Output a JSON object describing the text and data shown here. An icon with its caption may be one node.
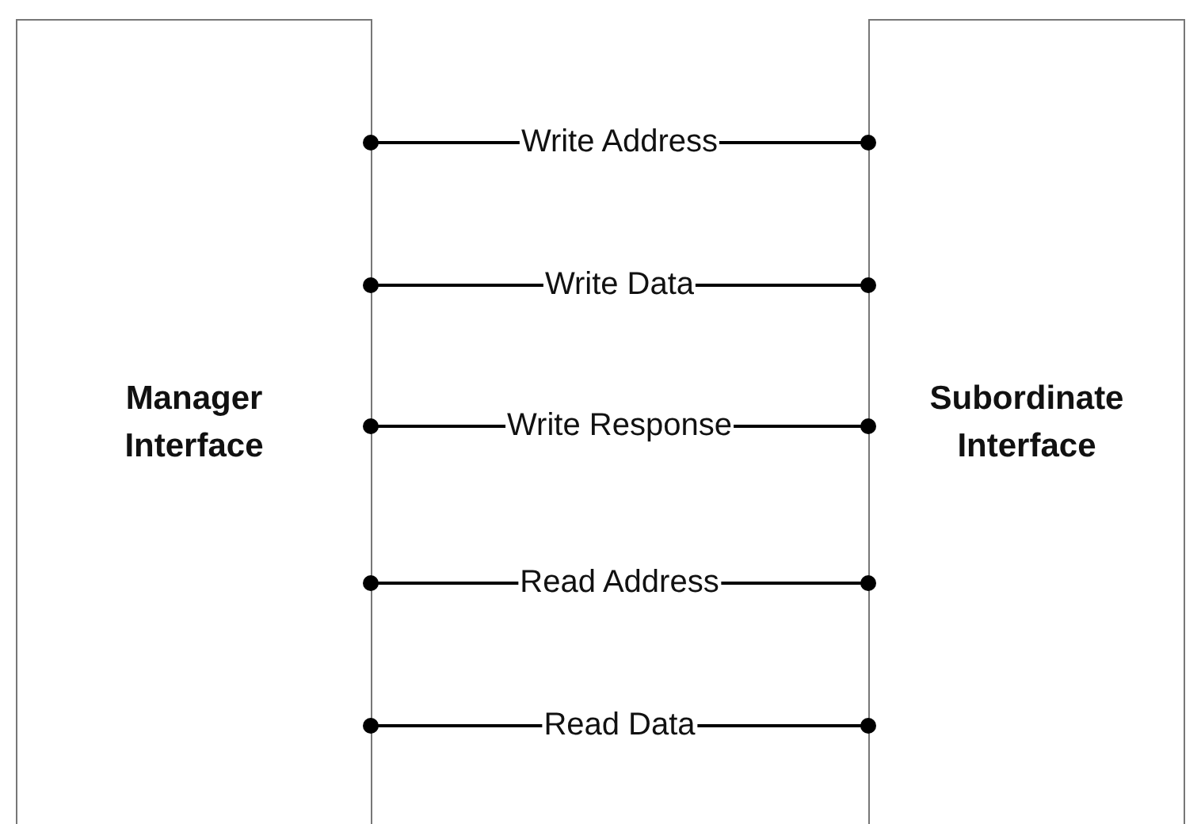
{
  "diagram": {
    "nodes": [
      {
        "text": [
          "Manager Interface"
        ]
      },
      {
        "text": [
          "Subordinate Interface"
        ]
      }
    ],
    "edges": [
      {
        "from": 0,
        "to": 1,
        "arrow": "other",
        "label": "Write Address"
      },
      {
        "from": 0,
        "to": 1,
        "arrow": "other",
        "label": "Write Data"
      },
      {
        "from": 0,
        "to": 1,
        "arrow": "other",
        "label": "Write Response"
      },
      {
        "from": 0,
        "to": 1,
        "arrow": "other",
        "label": "Read Address"
      },
      {
        "from": 0,
        "to": 1,
        "arrow": "other",
        "label": "Read Data"
      }
    ]
  }
}
